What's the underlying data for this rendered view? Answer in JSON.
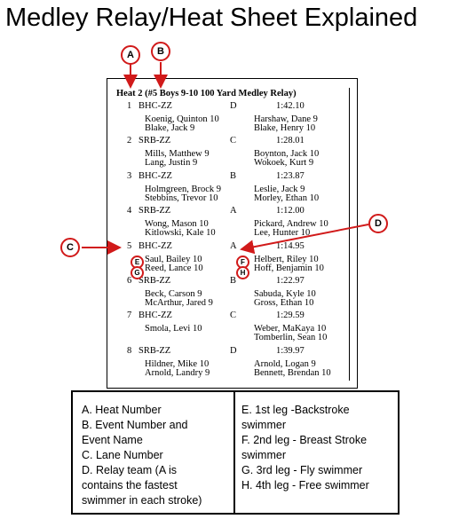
{
  "title": "Medley Relay/Heat Sheet Explained",
  "sheet": {
    "heading": "Heat  2  (#5 Boys 9-10 100 Yard Medley Relay)",
    "entries": [
      {
        "lane": "1",
        "team": "BHC-ZZ",
        "relay": "D",
        "time": "1:42.10",
        "swimmers": [
          "Koenig, Quinton 10",
          "Harshaw, Dane 9",
          "Blake, Jack 9",
          "Blake, Henry 10"
        ]
      },
      {
        "lane": "2",
        "team": "SRB-ZZ",
        "relay": "C",
        "time": "1:28.01",
        "swimmers": [
          "Mills, Matthew 9",
          "Boynton, Jack 10",
          "Lang, Justin 9",
          "Wokoek, Kurt 9"
        ]
      },
      {
        "lane": "3",
        "team": "BHC-ZZ",
        "relay": "B",
        "time": "1:23.87",
        "swimmers": [
          "Holmgreen, Brock 9",
          "Leslie, Jack 9",
          "Stebbins, Trevor 10",
          "Morley, Ethan 10"
        ]
      },
      {
        "lane": "4",
        "team": "SRB-ZZ",
        "relay": "A",
        "time": "1:12.00",
        "swimmers": [
          "Wong, Mason 10",
          "Pickard, Andrew 10",
          "Kitlowski, Kale 10",
          "Lee, Hunter 10"
        ]
      },
      {
        "lane": "5",
        "team": "BHC-ZZ",
        "relay": "A",
        "time": "1:14.95",
        "swimmers": [
          "Saul, Bailey 10",
          "Helbert, Riley 10",
          "Reed, Lance 10",
          "Hoff, Benjamin 10"
        ]
      },
      {
        "lane": "6",
        "team": "SRB-ZZ",
        "relay": "B",
        "time": "1:22.97",
        "swimmers": [
          "Beck, Carson 9",
          "Sabuda, Kyle 10",
          "McArthur, Jared 9",
          "Gross, Ethan 10"
        ]
      },
      {
        "lane": "7",
        "team": "BHC-ZZ",
        "relay": "C",
        "time": "1:29.59",
        "swimmers": [
          "Smola, Levi 10",
          "Weber, MaKaya 10",
          "",
          "Tomberlin, Sean 10"
        ]
      },
      {
        "lane": "8",
        "team": "SRB-ZZ",
        "relay": "D",
        "time": "1:39.97",
        "swimmers": [
          "Hildner, Mike 10",
          "Arnold, Logan 9",
          "Arnold, Landry 9",
          "Bennett, Brendan 10"
        ]
      }
    ]
  },
  "callouts": {
    "a": "A",
    "b": "B",
    "c": "C",
    "d": "D",
    "e": "E",
    "f": "F",
    "g": "G",
    "h": "H"
  },
  "legend": {
    "left": [
      "A. Heat Number",
      "B. Event Number and",
      "Event Name",
      "C. Lane Number",
      "D. Relay team (A is",
      "contains the fastest",
      "swimmer in each stroke)"
    ],
    "right": [
      "E. 1st leg -Backstroke",
      "swimmer",
      "F. 2nd leg - Breast Stroke",
      "swimmer",
      "G. 3rd leg - Fly swimmer",
      "H. 4th leg - Free swimmer"
    ]
  },
  "colors": {
    "callout": "#d11a1a"
  }
}
